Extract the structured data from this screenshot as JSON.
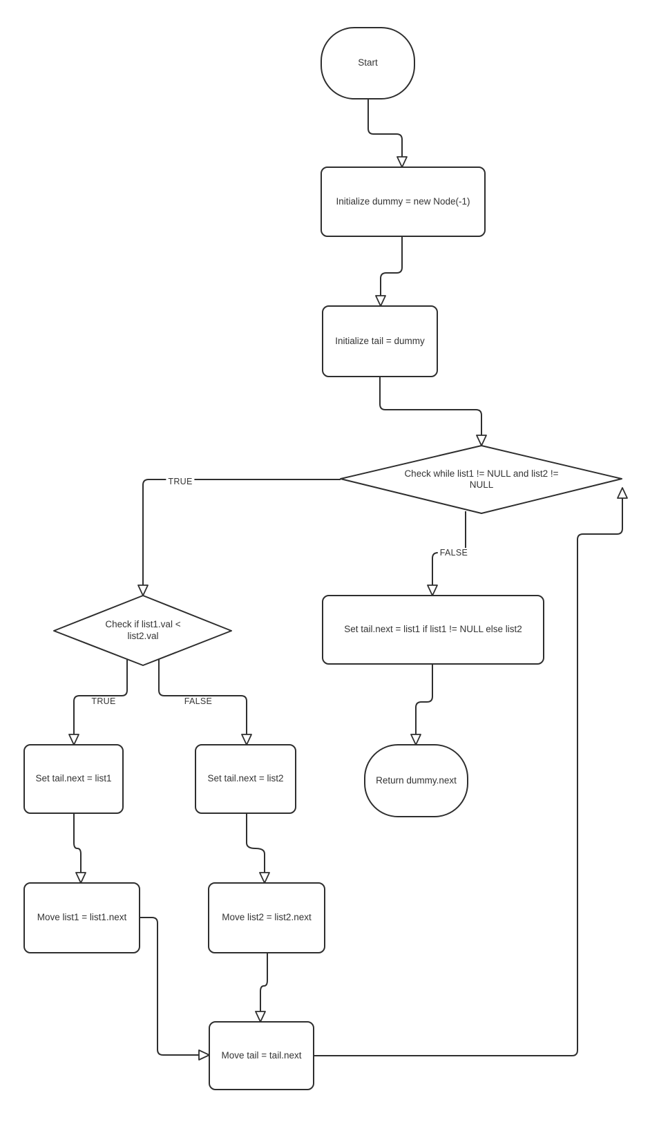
{
  "canvas": {
    "background": "#ffffff",
    "stroke_color": "#2e2e2e",
    "text_color": "#333333"
  },
  "nodes": {
    "start": {
      "type": "terminator",
      "label": "Start"
    },
    "init_dummy": {
      "type": "process",
      "label": "Initialize dummy = new Node(-1)"
    },
    "init_tail": {
      "type": "process",
      "label": "Initialize tail = dummy"
    },
    "while_check": {
      "type": "decision",
      "label": "Check while list1 != NULL and list2 != NULL"
    },
    "if_check": {
      "type": "decision",
      "label": "Check if list1.val < list2.val"
    },
    "set_tail_list1": {
      "type": "process",
      "label": "Set tail.next = list1"
    },
    "set_tail_list2": {
      "type": "process",
      "label": "Set tail.next = list2"
    },
    "move_list1": {
      "type": "process",
      "label": "Move list1 = list1.next"
    },
    "move_list2": {
      "type": "process",
      "label": "Move list2 = list2.next"
    },
    "move_tail": {
      "type": "process",
      "label": "Move tail = tail.next"
    },
    "set_tail_final": {
      "type": "process",
      "label": "Set tail.next = list1 if list1 != NULL else list2"
    },
    "return_node": {
      "type": "terminator",
      "label": "Return dummy.next"
    }
  },
  "edge_labels": {
    "while_true": "TRUE",
    "while_false": "FALSE",
    "if_true": "TRUE",
    "if_false": "FALSE"
  }
}
